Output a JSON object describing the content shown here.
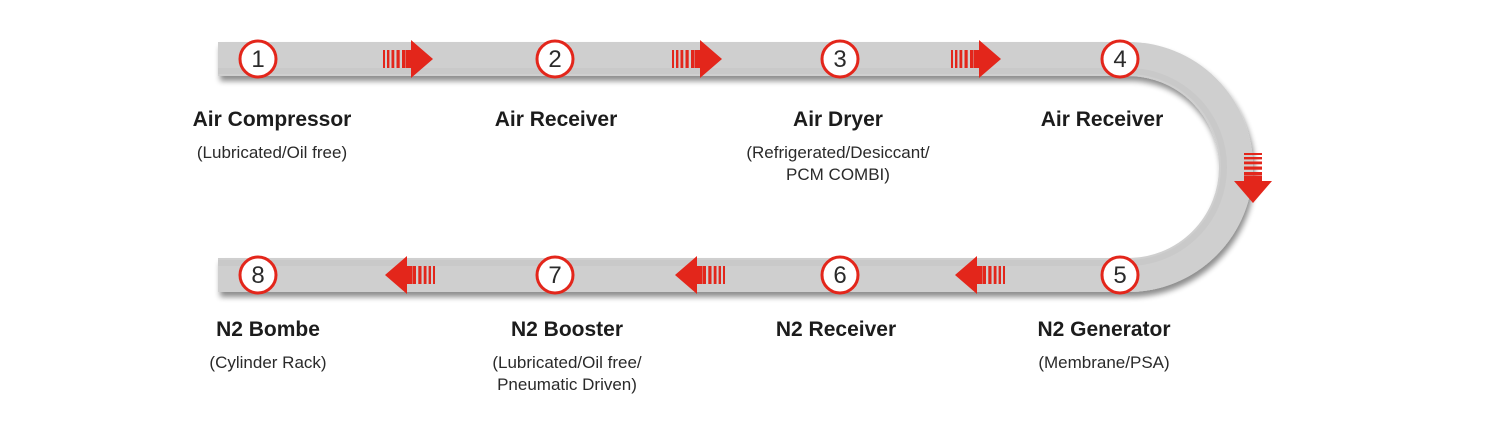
{
  "colors": {
    "pipe": "#d2d2d2",
    "accent": "#e3261b",
    "text": "#1c1c1c"
  },
  "steps": [
    {
      "num": "1",
      "title": "Air Compressor",
      "sub": "(Lubricated/Oil free)",
      "sub2": ""
    },
    {
      "num": "2",
      "title": "Air Receiver",
      "sub": "",
      "sub2": ""
    },
    {
      "num": "3",
      "title": "Air Dryer",
      "sub": "(Refrigerated/Desiccant/",
      "sub2": "PCM COMBI)"
    },
    {
      "num": "4",
      "title": "Air Receiver",
      "sub": "",
      "sub2": ""
    },
    {
      "num": "5",
      "title": "N2 Generator",
      "sub": "(Membrane/PSA)",
      "sub2": ""
    },
    {
      "num": "6",
      "title": "N2 Receiver",
      "sub": "",
      "sub2": ""
    },
    {
      "num": "7",
      "title": "N2 Booster",
      "sub": "(Lubricated/Oil free/",
      "sub2": "Pneumatic Driven)"
    },
    {
      "num": "8",
      "title": "N2 Bombe",
      "sub": "(Cylinder Rack)",
      "sub2": ""
    }
  ],
  "arrows": [
    {
      "icon": "flow-arrow-right-icon",
      "direction": "right"
    },
    {
      "icon": "flow-arrow-right-icon",
      "direction": "right"
    },
    {
      "icon": "flow-arrow-right-icon",
      "direction": "right"
    },
    {
      "icon": "flow-arrow-down-icon",
      "direction": "down"
    },
    {
      "icon": "flow-arrow-left-icon",
      "direction": "left"
    },
    {
      "icon": "flow-arrow-left-icon",
      "direction": "left"
    },
    {
      "icon": "flow-arrow-left-icon",
      "direction": "left"
    }
  ]
}
